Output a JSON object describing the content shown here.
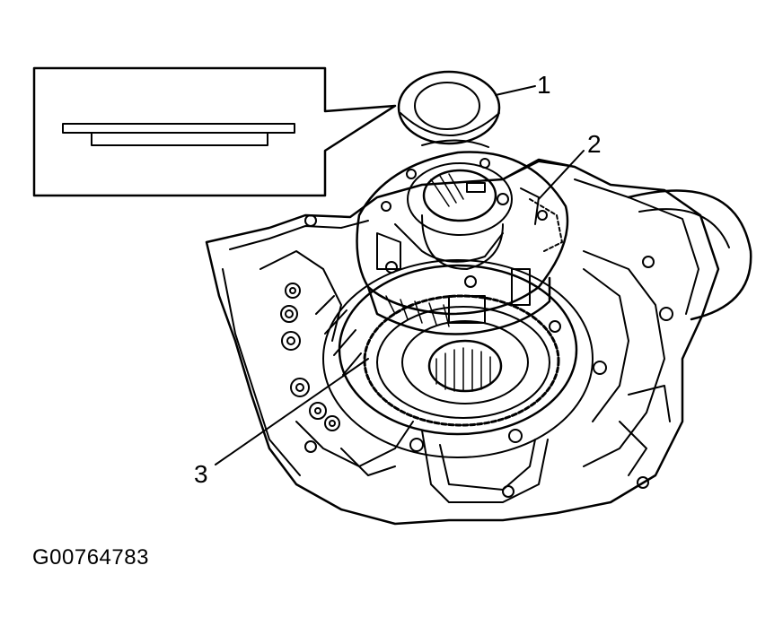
{
  "callouts": [
    {
      "id": "1",
      "label": "1",
      "part": "washer"
    },
    {
      "id": "2",
      "label": "2",
      "part": "carrier"
    },
    {
      "id": "3",
      "label": "3",
      "part": "ring-gear"
    }
  ],
  "figure_id": "G00764783",
  "colors": {
    "ink": "#000000",
    "paper": "#ffffff"
  }
}
